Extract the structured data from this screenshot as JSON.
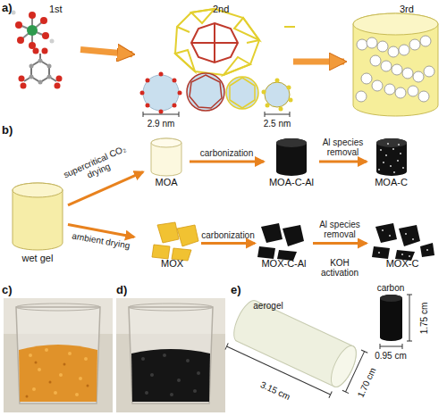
{
  "diagram": {
    "nodes": [
      {
        "text": [
          "1st"
        ]
      },
      {
        "text": [
          "2nd"
        ]
      },
      {
        "text": [
          "3rd"
        ]
      },
      {
        "text": [
          "wet gel"
        ]
      },
      {
        "text": [
          "MOA"
        ]
      },
      {
        "text": [
          "MOA-C-Al"
        ]
      },
      {
        "text": [
          "MOA-C"
        ]
      },
      {
        "text": [
          "MOX"
        ]
      },
      {
        "text": [
          "MOX-C-Al"
        ]
      },
      {
        "text": [
          "MOX-C"
        ]
      }
    ],
    "edges": [
      {
        "from": 0,
        "to": 1,
        "arrow": "to"
      },
      {
        "from": 1,
        "to": 2,
        "arrow": "to"
      },
      {
        "from": 3,
        "to": 4,
        "label": "supercritical CO₂ drying",
        "arrow": "to"
      },
      {
        "from": 3,
        "to": 7,
        "label": "ambient drying",
        "arrow": "to"
      },
      {
        "from": 4,
        "to": 5,
        "label": "carbonization",
        "arrow": "to"
      },
      {
        "from": 5,
        "to": 6,
        "label": "Al species removal",
        "arrow": "to"
      },
      {
        "from": 7,
        "to": 8,
        "label": "carbonization",
        "arrow": "to"
      },
      {
        "from": 8,
        "to": 9,
        "label": "Al species removal",
        "arrow": "to"
      }
    ],
    "labels": [
      "a)",
      "b)",
      "c)",
      "d)",
      "e)",
      "2.9 nm",
      "2.5 nm",
      "KOH activation",
      "aerogel",
      "carbon",
      "3.15 cm",
      "1.70 cm",
      "1.75 cm",
      "0.95 cm"
    ]
  }
}
